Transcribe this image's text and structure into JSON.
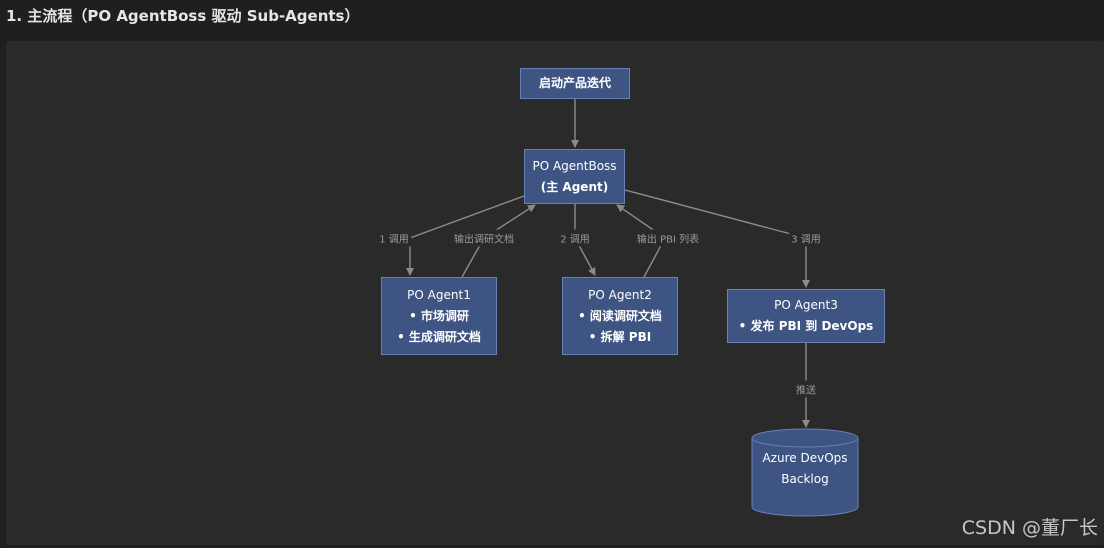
{
  "heading": "1. 主流程（PO AgentBoss 驱动 Sub-Agents）",
  "nodes": {
    "start": "启动产品迭代",
    "boss": {
      "line1": "PO AgentBoss",
      "line2": "(主 Agent)"
    },
    "agent1": {
      "title": "PO Agent1",
      "items": [
        "• 市场调研",
        "• 生成调研文档"
      ]
    },
    "agent2": {
      "title": "PO Agent2",
      "items": [
        "• 阅读调研文档",
        "• 拆解 PBI"
      ]
    },
    "agent3": {
      "title": "PO Agent3",
      "items": [
        "• 发布 PBI 到 DevOps"
      ]
    },
    "backlog": {
      "line1": "Azure DevOps",
      "line2": "Backlog"
    }
  },
  "edges": {
    "call1": "1 调用",
    "out1": "输出调研文档",
    "call2": "2 调用",
    "out2": "输出 PBI 列表",
    "call3": "3 调用",
    "push": "推送"
  },
  "colors": {
    "node_fill": "#3e5482",
    "node_border": "#6880b5",
    "edge": "#8c8c8c",
    "background": "#2a2a2a"
  },
  "watermark": "CSDN @董厂长"
}
